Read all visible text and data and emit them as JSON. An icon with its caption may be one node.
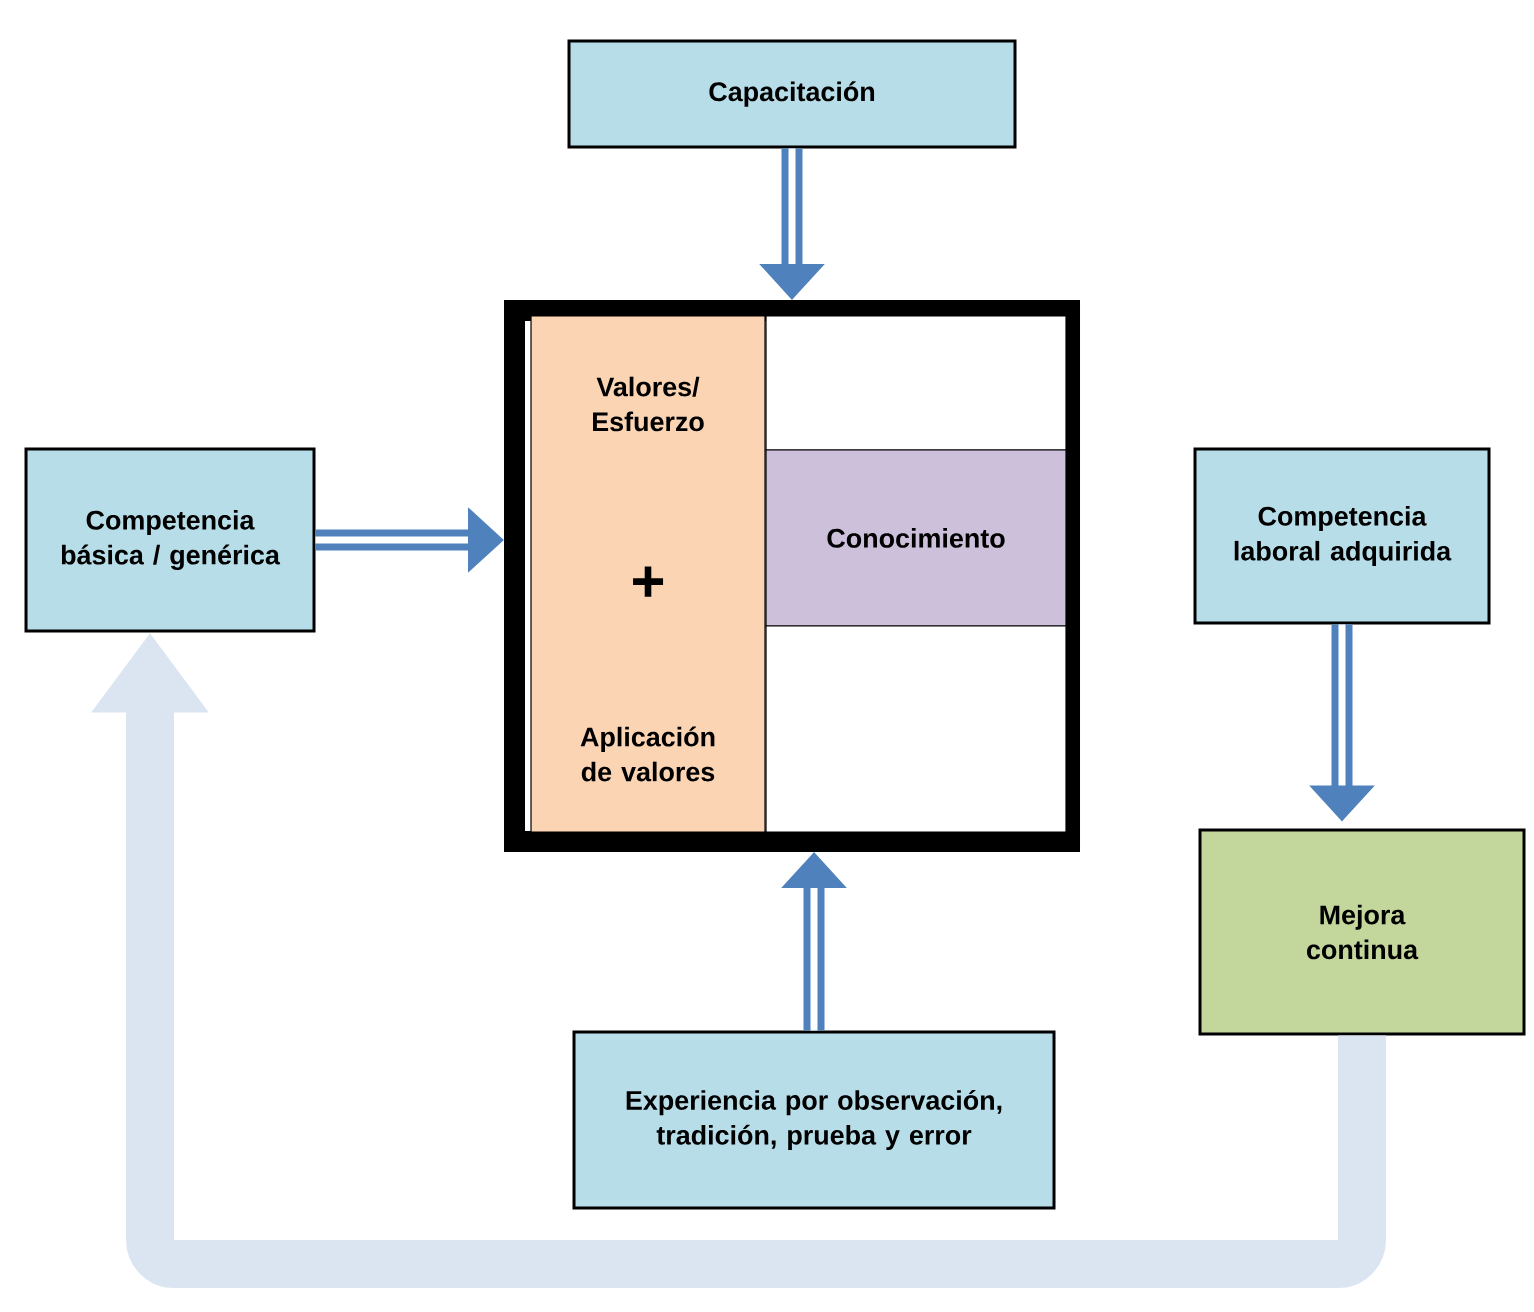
{
  "diagram": {
    "nodes": [
      {
        "text": [
          "Capacitación"
        ]
      },
      {
        "text": [
          "Competencia básica / genérica"
        ]
      },
      {
        "text": [],
        "shape": "box"
      },
      {
        "text": [
          "Valores/ Esfuerzo",
          "+",
          "Aplicación de valores"
        ],
        "in": 2
      },
      {
        "text": [],
        "shape": "box",
        "in": 2
      },
      {
        "text": [
          "Conocimiento"
        ],
        "in": 2
      },
      {
        "text": [],
        "shape": "box",
        "in": 2
      },
      {
        "text": [
          "Competencia laboral adquirida"
        ]
      },
      {
        "text": [
          "Mejora continua"
        ]
      },
      {
        "text": [
          "Experiencia por observación, tradición, prueba y error"
        ]
      }
    ],
    "edges": [
      {
        "from": 0,
        "to": 2,
        "arrow": "to"
      },
      {
        "from": 1,
        "to": 2,
        "arrow": "to"
      },
      {
        "from": 9,
        "to": 2,
        "arrow": "to"
      },
      {
        "from": 7,
        "to": 8,
        "arrow": "to"
      },
      {
        "from": 8,
        "to": 1,
        "arrow": "to",
        "style": "thick",
        "color": "#dbe5f1"
      }
    ]
  }
}
